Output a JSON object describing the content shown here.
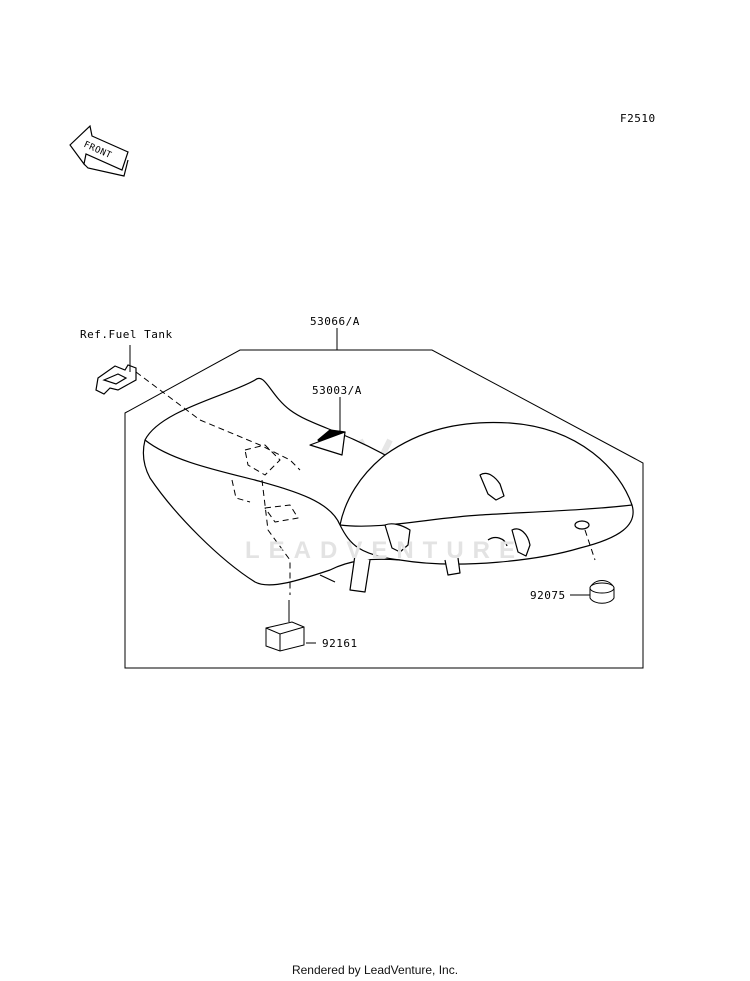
{
  "figure_code": "F2510",
  "front_label": "FRONT",
  "watermark": "LEADVENTURE",
  "footer": "Rendered by LeadVenture, Inc.",
  "callouts": {
    "ref_fuel_tank": "Ref.Fuel Tank",
    "seat_assembly": "53066/A",
    "seat_cover": "53003/A",
    "part_92075": "92075",
    "part_92161": "92161"
  }
}
